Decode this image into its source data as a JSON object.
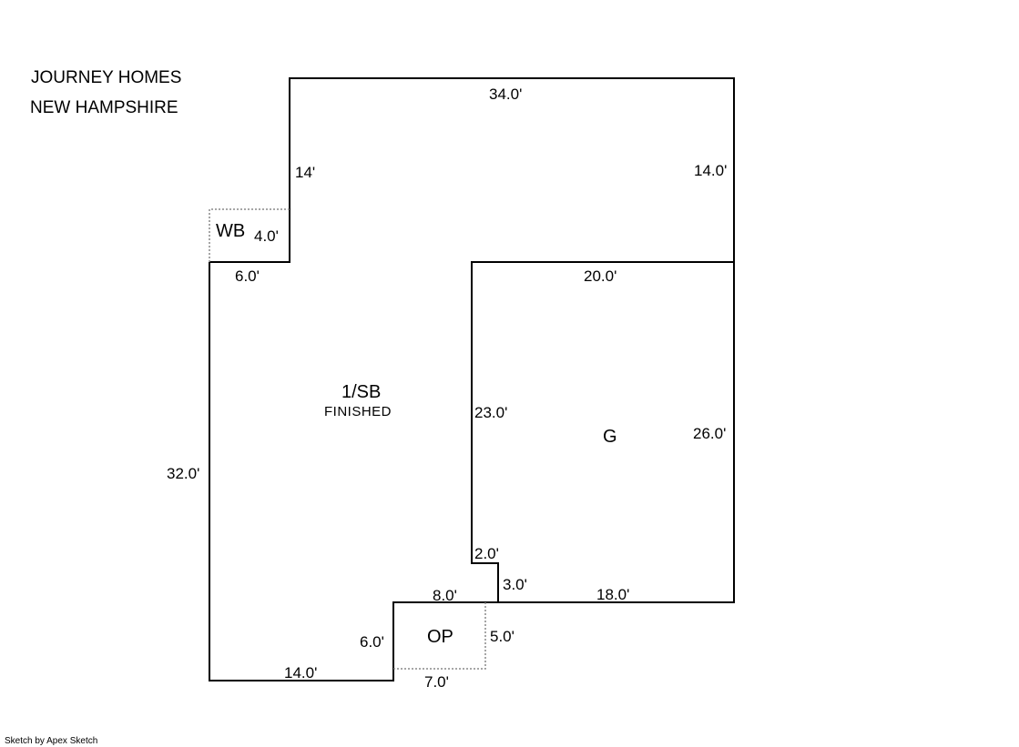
{
  "header": {
    "line1": "JOURNEY HOMES",
    "line2": "NEW HAMPSHIRE"
  },
  "areas": {
    "main": {
      "name": "1/SB",
      "sub": "FINISHED"
    },
    "garage": {
      "name": "G"
    },
    "wb": {
      "name": "WB"
    },
    "op": {
      "name": "OP"
    }
  },
  "dimensions": {
    "top": "34.0'",
    "left_upper": "14'",
    "right_upper": "14.0'",
    "wb_side": "4.0'",
    "wb_bottom": "6.0'",
    "garage_top": "20.0'",
    "garage_left": "23.0'",
    "garage_right": "26.0'",
    "left": "32.0'",
    "notch_top": "2.0'",
    "notch_side": "3.0'",
    "garage_bottom": "18.0'",
    "op_top": "8.0'",
    "op_left": "6.0'",
    "op_right": "5.0'",
    "op_bottom": "7.0'",
    "bottom": "14.0'"
  },
  "footer": {
    "credit": "Sketch by Apex Sketch"
  }
}
